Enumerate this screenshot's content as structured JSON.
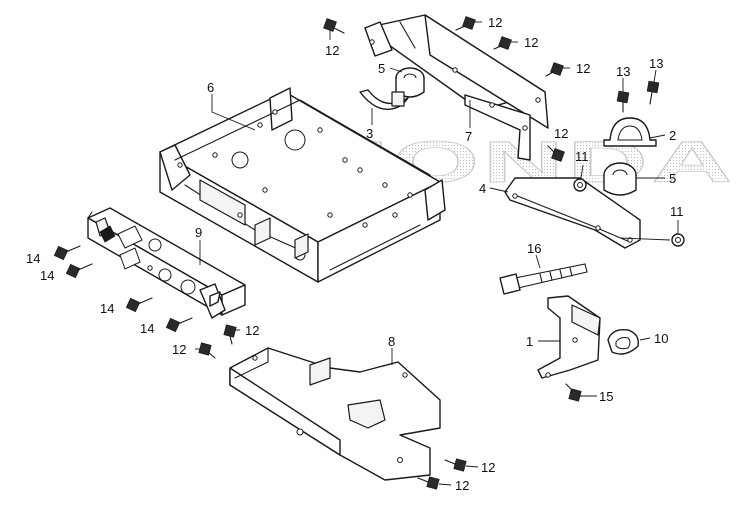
{
  "diagram": {
    "title": "",
    "watermark": "HONDA",
    "callouts": [
      {
        "id": "c12a",
        "label": "12"
      },
      {
        "id": "c12b",
        "label": "12"
      },
      {
        "id": "c12c",
        "label": "12"
      },
      {
        "id": "c12d",
        "label": "12"
      },
      {
        "id": "c12e",
        "label": "12"
      },
      {
        "id": "c5a",
        "label": "5"
      },
      {
        "id": "c3",
        "label": "3"
      },
      {
        "id": "c7",
        "label": "7"
      },
      {
        "id": "c6",
        "label": "6"
      },
      {
        "id": "c13a",
        "label": "13"
      },
      {
        "id": "c13b",
        "label": "13"
      },
      {
        "id": "c2",
        "label": "2"
      },
      {
        "id": "c11a",
        "label": "11"
      },
      {
        "id": "c5b",
        "label": "5"
      },
      {
        "id": "c4",
        "label": "4"
      },
      {
        "id": "c11b",
        "label": "11"
      },
      {
        "id": "c16",
        "label": "16"
      },
      {
        "id": "c9",
        "label": "9"
      },
      {
        "id": "c14a",
        "label": "14"
      },
      {
        "id": "c14b",
        "label": "14"
      },
      {
        "id": "c14c",
        "label": "14"
      },
      {
        "id": "c14d",
        "label": "14"
      },
      {
        "id": "c12f",
        "label": "12"
      },
      {
        "id": "c12g",
        "label": "12"
      },
      {
        "id": "c8",
        "label": "8"
      },
      {
        "id": "c1",
        "label": "1"
      },
      {
        "id": "c10",
        "label": "10"
      },
      {
        "id": "c15",
        "label": "15"
      },
      {
        "id": "c12h",
        "label": "12"
      },
      {
        "id": "c12i",
        "label": "12"
      }
    ]
  }
}
